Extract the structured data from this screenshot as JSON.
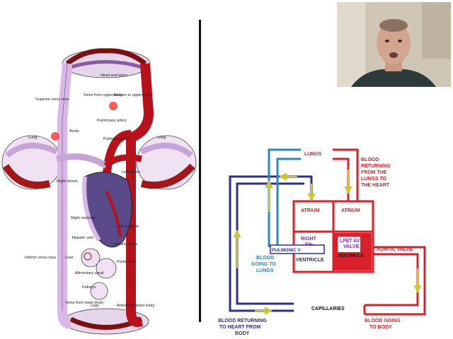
{
  "left_labels": {
    "head_arms": "Head and arms",
    "veins_upper": "Veins from upper body",
    "arteries_upper": "Arteries to upper body",
    "superior_vena_cava": "Superior vena cava",
    "lung_left": "Lung",
    "lung_right": "Lung",
    "aorta": "Aorta",
    "pulmonary_artery": "Pulmonary artery",
    "pulmonary_vein": "Pulmonary vein",
    "left_atrium": "Left atrium",
    "right_atrium": "Right atrium",
    "right_ventricle": "Right ventricle",
    "left_ventricle": "Left ventricle",
    "hepatic_vein": "Hepatic vein",
    "hepatic_artery": "Hepatic artery",
    "inferior_vena_cava": "Inferior vena cava",
    "liver": "Liver",
    "portal_vein": "Portal vein",
    "alimentary_canal": "Alimentary canal",
    "kidneys": "Kidneys",
    "veins_lower": "Veins from lower body",
    "legs": "Legs",
    "arteries_lower": "Arteries to lower body"
  },
  "right_labels": {
    "lungs": "LUNGS",
    "blood_returning_lungs": [
      "BLOOD",
      "RETURNING",
      "FROM THE",
      "LUNGS TO",
      "THE HEART"
    ],
    "atrium_left_box": "ATRIUM",
    "atrium_right_box": "ATRIUM",
    "right_av": [
      "RIGHT",
      "AV"
    ],
    "left_av_valve": [
      "LFET AV",
      "VALVE"
    ],
    "pulmonic_valve": "PULMONIC V",
    "ventricle_left_box": "VENTRICLE",
    "ventricle_right_box": "VENTRICLE",
    "aortic_valve": "AORTIC VALVE",
    "blood_going_lungs": [
      "BLOOD",
      "GOING TO",
      "LUNGS"
    ],
    "capillaries": "CAPILLARIES",
    "blood_returning_body": [
      "BLOOD RETURNING",
      "TO HEART FROM",
      "BODY"
    ],
    "blood_going_body": [
      "BLOOD GOING",
      "TO BODY"
    ]
  },
  "colors": {
    "artery_red": "#b5121b",
    "vein_lilac": "#d9b8e8",
    "heart_purple": "#5a4a8a",
    "schematic_red": "#d8212a",
    "schematic_blue": "#2b2f93",
    "schematic_cyan": "#2a86c9",
    "arrow_yellow": "#e2e23a",
    "label_purple": "#8a2be2"
  }
}
